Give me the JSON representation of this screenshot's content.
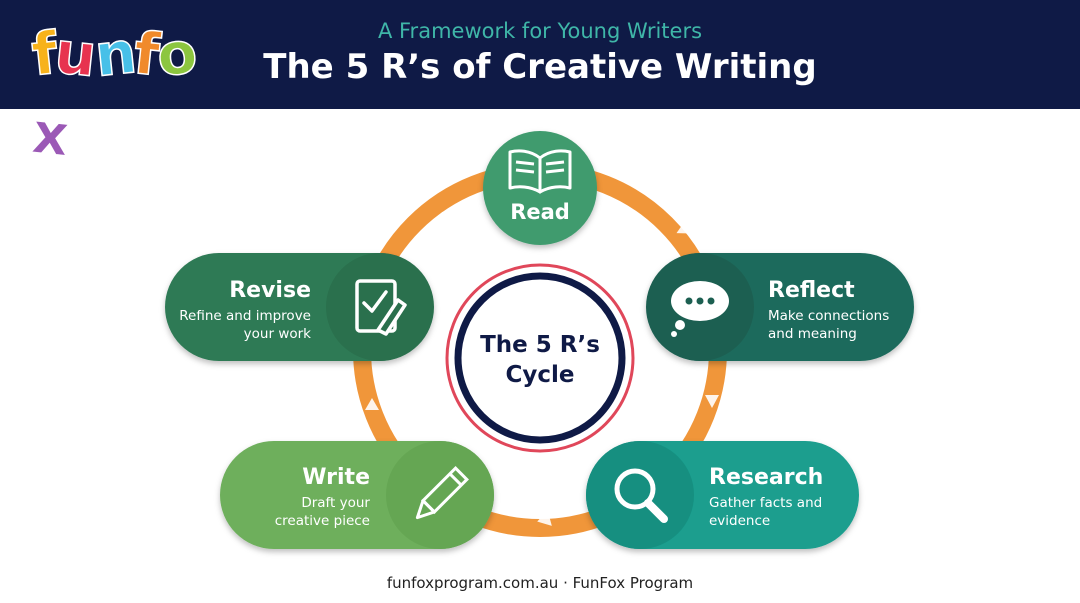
{
  "header": {
    "logo_text": "funfox",
    "logo_colors": [
      "#f7b21b",
      "#e7334f",
      "#47c0e8",
      "#f08a2b",
      "#8cc63f",
      "#9b59b6"
    ],
    "subtitle": "A Framework for Young Writers",
    "title": "The 5 R’s of Creative Writing"
  },
  "center": {
    "line1": "The 5 R’s",
    "line2": "Cycle"
  },
  "stages": {
    "read": {
      "label": "Read",
      "icon": "book-icon",
      "color": "#3f9b6e"
    },
    "reflect": {
      "label": "Reflect",
      "desc1": "Make connections",
      "desc2": "and meaning",
      "icon": "thought-bubble-icon",
      "color": "#1f6b5c"
    },
    "research": {
      "label": "Research",
      "desc1": "Gather facts and",
      "desc2": "evidence",
      "icon": "magnifier-icon",
      "color": "#1a9e8e"
    },
    "write": {
      "label": "Write",
      "desc1": "Draft your",
      "desc2": "creative piece",
      "icon": "pencil-icon",
      "color": "#6eaf5c"
    },
    "revise": {
      "label": "Revise",
      "desc1": "Refine and improve",
      "desc2": "your work",
      "icon": "checklist-icon",
      "color": "#2f7a55"
    }
  },
  "colors": {
    "navy": "#0f1a46",
    "ring": "#f0963a",
    "accent_red": "#e0475a"
  },
  "footer": "funfoxprogram.com.au · FunFox Program"
}
